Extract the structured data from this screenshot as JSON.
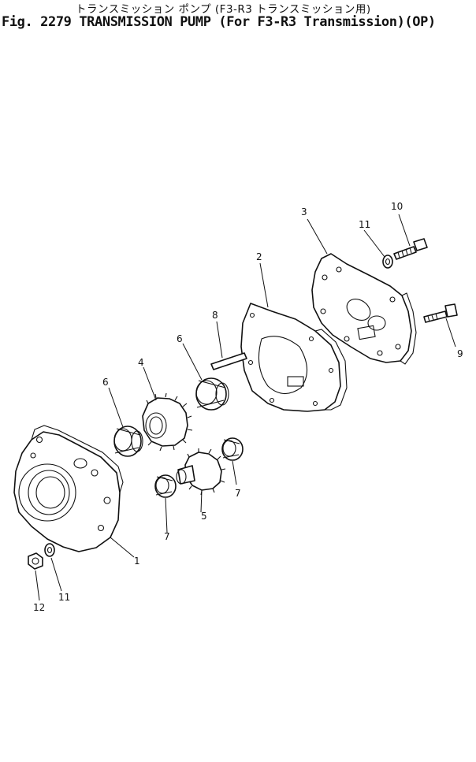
{
  "header": {
    "title_jp": "トランスミッション ポンプ (F3-R3 トランスミッション用)",
    "title_en": "Fig. 2279 TRANSMISSION PUMP (For F3-R3 Transmission)(OP)"
  },
  "callouts": {
    "c1": "1",
    "c2": "2",
    "c3": "3",
    "c4": "4",
    "c5": "5",
    "c6a": "6",
    "c6b": "6",
    "c7a": "7",
    "c7b": "7",
    "c8": "8",
    "c9": "9",
    "c10": "10",
    "c11a": "11",
    "c11b": "11",
    "c12": "12"
  }
}
